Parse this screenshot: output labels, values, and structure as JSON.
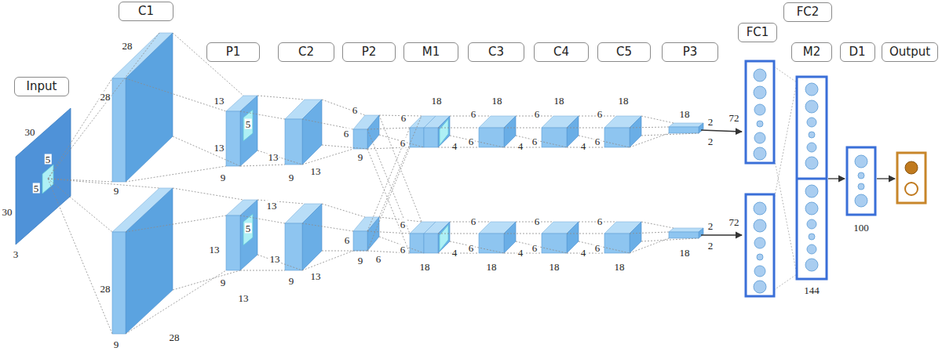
{
  "diagram": {
    "nodes": [
      {
        "text": [
          "Input"
        ]
      },
      {
        "text": [
          "C1"
        ]
      },
      {
        "text": [
          "P1"
        ]
      },
      {
        "text": [
          "C2"
        ]
      },
      {
        "text": [
          "P2"
        ]
      },
      {
        "text": [
          "M1"
        ]
      },
      {
        "text": [
          "C3"
        ]
      },
      {
        "text": [
          "C4"
        ]
      },
      {
        "text": [
          "C5"
        ]
      },
      {
        "text": [
          "P3"
        ]
      },
      {
        "text": [
          "FC1"
        ]
      },
      {
        "text": [
          "FC2"
        ]
      },
      {
        "text": [
          "M2"
        ]
      },
      {
        "text": [
          "D1"
        ]
      },
      {
        "text": [
          "Output"
        ]
      }
    ],
    "labels": [
      "30",
      "5",
      "5",
      "30",
      "3",
      "28",
      "28",
      "9",
      "13",
      "5",
      "13",
      "9",
      "13",
      "9",
      "13",
      "6",
      "6",
      "9",
      "18",
      "6",
      "6",
      "4",
      "6",
      "18",
      "6",
      "4",
      "6",
      "18",
      "6",
      "4",
      "6",
      "18",
      "6",
      "18",
      "2",
      "2",
      "72",
      "28",
      "9",
      "28",
      "13",
      "13",
      "5",
      "9",
      "13",
      "13",
      "9",
      "13",
      "6",
      "9",
      "6",
      "6",
      "6",
      "4",
      "18",
      "6",
      "6",
      "4",
      "18",
      "6",
      "6",
      "4",
      "18",
      "6",
      "6",
      "18",
      "2",
      "2",
      "18",
      "72",
      "144",
      "100"
    ]
  }
}
